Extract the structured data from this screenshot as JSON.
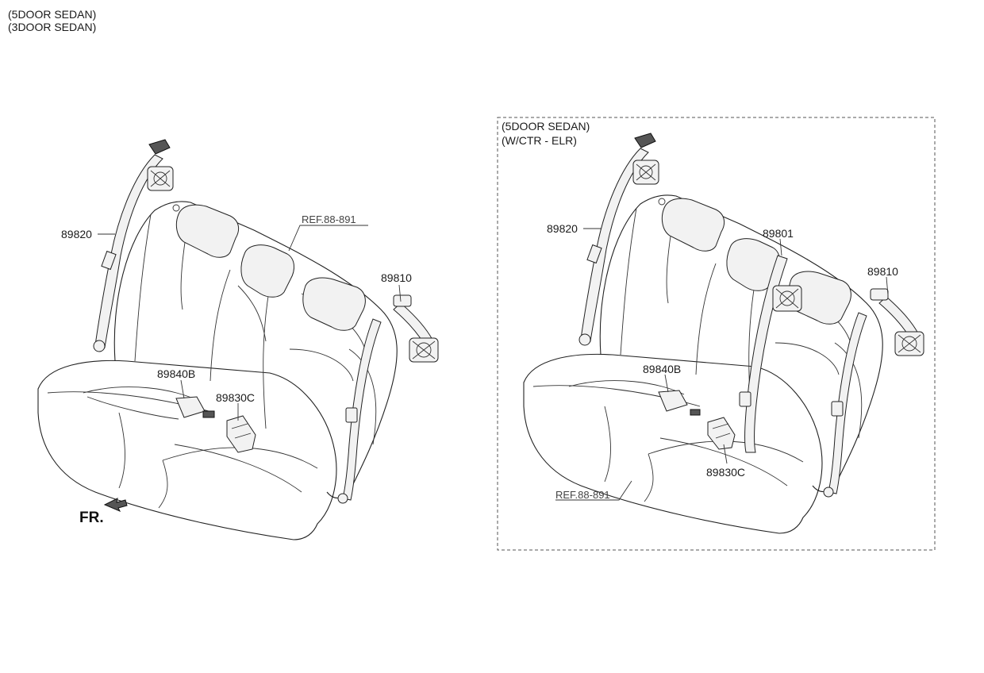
{
  "header": {
    "line1": "(5DOOR SEDAN)",
    "line2": "(3DOOR SEDAN)"
  },
  "left_view": {
    "labels": {
      "belt_outer_left": "89820",
      "ref": "REF.88-891",
      "belt_outer_right": "89810",
      "buckle_b": "89840B",
      "buckle_c": "89830C"
    },
    "front_indicator": "FR."
  },
  "right_view": {
    "box_title_1": "(5DOOR SEDAN)",
    "box_title_2": "(W/CTR - ELR)",
    "labels": {
      "belt_outer_left": "89820",
      "belt_center": "89801",
      "belt_outer_right": "89810",
      "buckle_b": "89840B",
      "buckle_c": "89830C",
      "ref": "REF.88-891"
    }
  },
  "icons": {
    "front_arrow": "front-arrow-icon"
  }
}
